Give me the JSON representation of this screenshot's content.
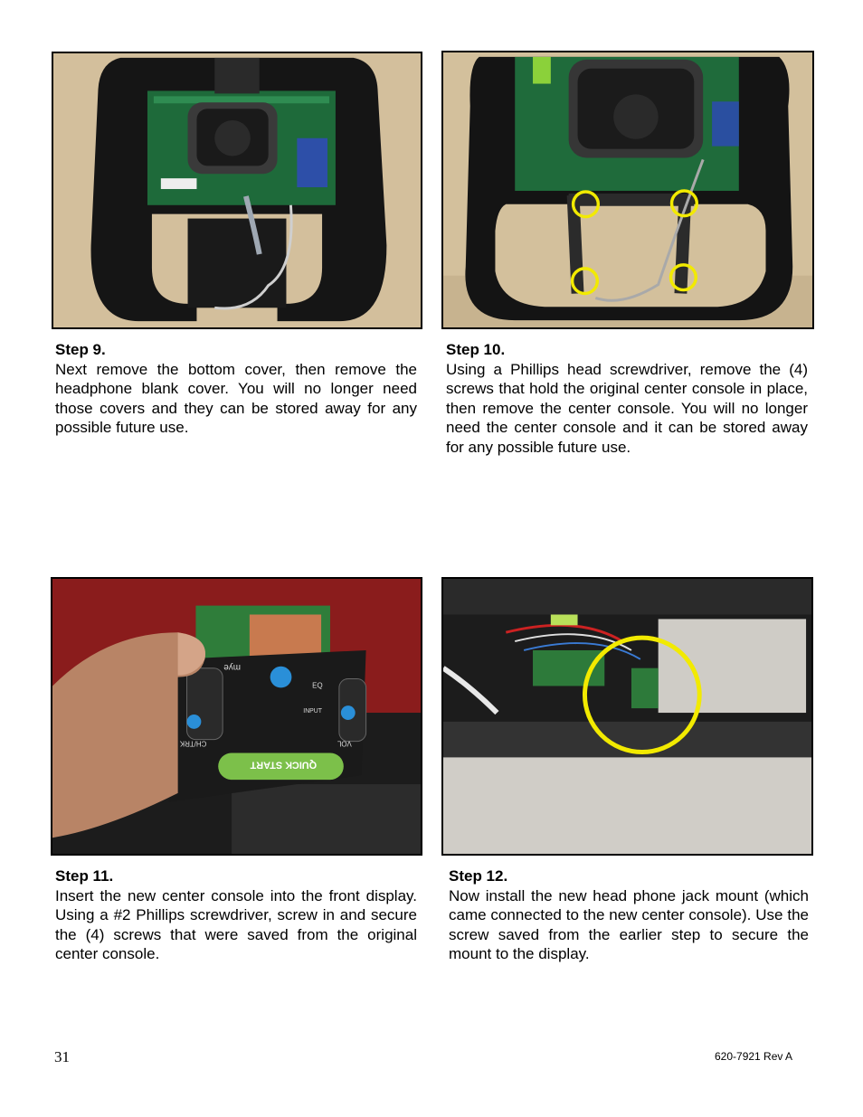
{
  "steps": [
    {
      "title": "Step 9.",
      "body": "Next remove the bottom cover, then remove the headphone blank cover. You will no longer need those covers and they can be stored away for any possible future use."
    },
    {
      "title": "Step 10.",
      "body": "Using a Phillips head screwdriver, remove the (4) screws that hold the original center console in place, then remove the center console.  You will no longer need the center console and it can be stored away for any possible future use."
    },
    {
      "title": "Step 11.",
      "body": "Insert the new center console into the front display.  Using a #2 Phillips screwdriver, screw in and secure the (4) screws that were saved from the original center console."
    },
    {
      "title": "Step 12.",
      "body": "Now install the new head phone jack mount (which came connected to the new center console).  Use the screw saved from the earlier step to secure the mount to the display."
    }
  ],
  "photo_labels": {
    "console_top_left": "mye",
    "ch_trk": "CH/TRK",
    "vol": "VOL",
    "eq": "EQ",
    "input": "INPUT",
    "quick_start": "QUICK START"
  },
  "footer": {
    "page_number": "31",
    "document_id": "620-7921 Rev A"
  },
  "colors": {
    "highlight_circle": "#f2ea00",
    "console_green": "#7cc04a",
    "console_blue": "#2a8fd8"
  }
}
